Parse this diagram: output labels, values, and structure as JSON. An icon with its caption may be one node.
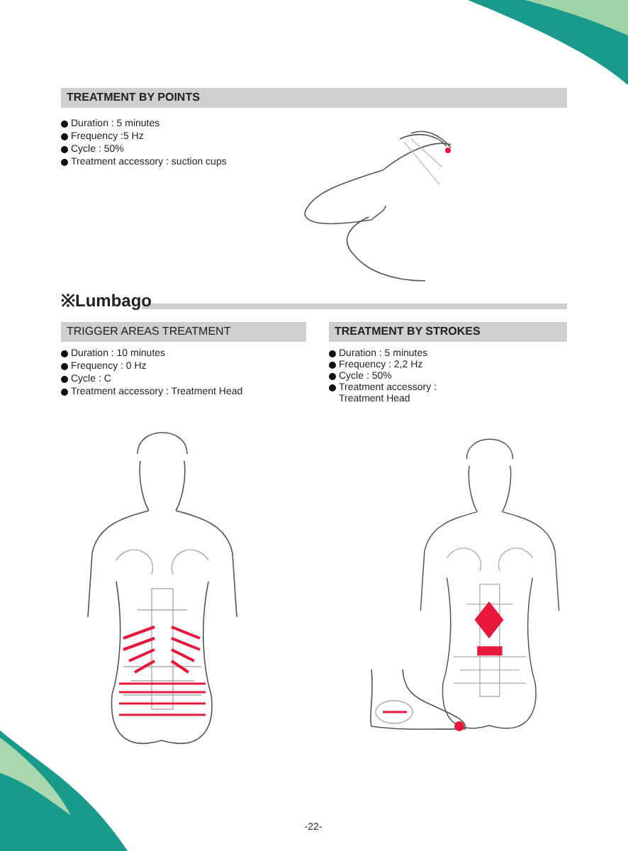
{
  "diagram": {
    "labels": [
      "TREATMENT BY POINTS",
      "Duration : 5 minutes",
      "Frequency :5 Hz",
      "Cycle : 50%",
      "Treatment accessory : suction cups",
      "※Lumbago",
      "TRIGGER AREAS TREATMENT",
      "Duration : 10 minutes",
      "Frequency : 0 Hz",
      "Cycle : C",
      "Treatment accessory : Treatment Head",
      "TREATMENT BY STROKES",
      "Duration : 5 minutes",
      "Frequency : 2,2 Hz",
      "Cycle : 50%",
      "Treatment accessory : Treatment Head",
      "-22-"
    ]
  }
}
